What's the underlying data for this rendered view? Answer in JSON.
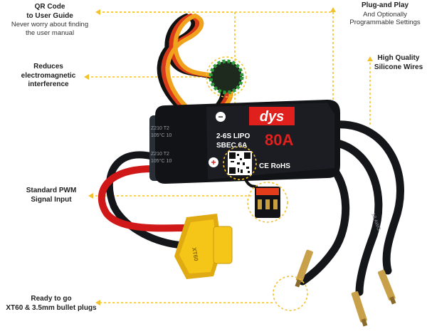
{
  "callouts": {
    "qr": {
      "title": "QR  Code",
      "title2": "to User Guide",
      "note1": "Never worry about finding",
      "note2": "the user manual"
    },
    "emi": {
      "line1": "Reduces",
      "line2": "electromagnetic",
      "line3": "interference"
    },
    "pwm": {
      "line1": "Standard PWM",
      "line2": "Signal Input"
    },
    "ready": {
      "line1": "Ready to go",
      "line2": "XT60 & 3.5mm bullet plugs"
    },
    "plug": {
      "title": "Plug-and Play",
      "note1": "And Optionally",
      "note2": "Programmable Settings"
    },
    "hq": {
      "line1": "High Quality",
      "line2": "Silicone Wires"
    }
  },
  "product": {
    "brand": "dys",
    "rating": "80A",
    "spec1": "2-6S LIPO",
    "spec2": "SBEC 6A",
    "cert": "CE RoHS",
    "minus": "−",
    "plus": "+",
    "connector": "XT60",
    "wire_print": "18 AWG"
  },
  "colors": {
    "accent": "#f3c12c",
    "body": "#121316",
    "yellow_plug": "#f5c518",
    "wire_red": "#d01818",
    "brand_red": "#e0201c"
  }
}
